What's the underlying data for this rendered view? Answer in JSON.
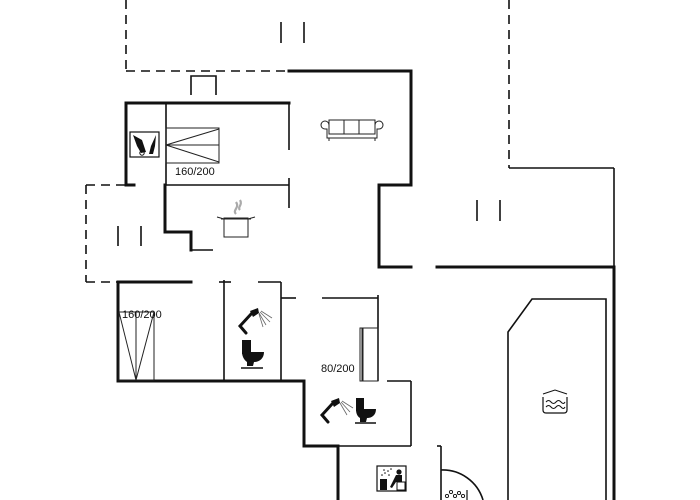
{
  "floor_plan": {
    "background": "#ffffff",
    "line_color": "#111111",
    "rooms": [
      {
        "id": "bedroom-1",
        "type": "bedroom",
        "bed_size": "160/200"
      },
      {
        "id": "bedroom-2",
        "type": "bedroom",
        "bed_size": "160/200"
      },
      {
        "id": "bedroom-3",
        "type": "bedroom",
        "bed_size": "80/200"
      },
      {
        "id": "living-room",
        "type": "living",
        "icon": "sofa-icon"
      },
      {
        "id": "kitchen",
        "type": "kitchen",
        "icon": "cooking-pot-icon"
      },
      {
        "id": "bathroom-1",
        "type": "bathroom",
        "icons": [
          "shower-icon",
          "toilet-icon"
        ]
      },
      {
        "id": "bathroom-2",
        "type": "bathroom",
        "icons": [
          "shower-icon",
          "toilet-icon"
        ]
      },
      {
        "id": "sauna",
        "type": "sauna",
        "icon": "sauna-icon"
      },
      {
        "id": "pool-room",
        "type": "pool",
        "icons": [
          "pool-icon",
          "whirlpool-icon"
        ]
      },
      {
        "id": "utility",
        "type": "utility",
        "icon": "washing-machine-icon"
      }
    ],
    "labels": {
      "bed1": "160/200",
      "bed2": "160/200",
      "bed3": "80/200"
    }
  }
}
